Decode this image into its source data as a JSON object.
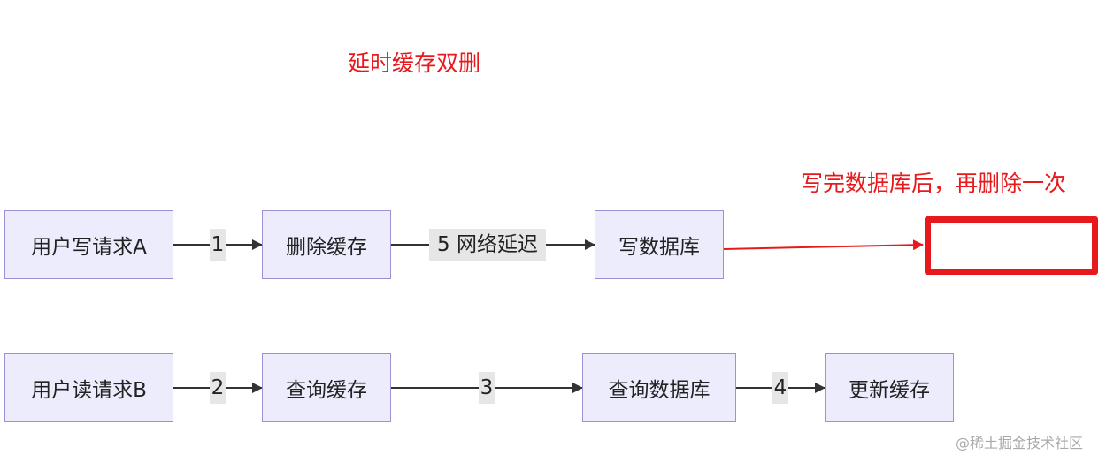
{
  "title": "延时缓存双删",
  "note": "写完数据库后，再删除一次",
  "watermark": "@稀土掘金技术社区",
  "colors": {
    "accent_red": "#e8191c",
    "node_fill": "#ececfd",
    "node_border": "#9d91d6",
    "edge_label_bg": "#e6e6e6",
    "edge_line": "#333333"
  },
  "flow_a": {
    "nodes": [
      "用户写请求A",
      "删除缓存",
      "写数据库"
    ],
    "edge_labels": [
      "1",
      "5 网络延迟"
    ]
  },
  "flow_b": {
    "nodes": [
      "用户读请求B",
      "查询缓存",
      "查询数据库",
      "更新缓存"
    ],
    "edge_labels": [
      "2",
      "3",
      "4"
    ]
  }
}
